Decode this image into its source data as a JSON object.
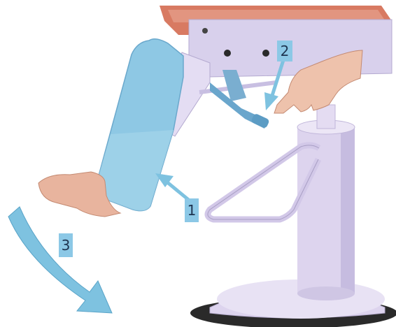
{
  "callouts": [
    {
      "id": "c1",
      "number": "1"
    },
    {
      "id": "c2",
      "number": "2"
    },
    {
      "id": "c3",
      "number": "3"
    }
  ],
  "colors": {
    "seat_top": "#d87a62",
    "chair_frame": "#d8d0ec",
    "leg_pad": "#8ec8e4",
    "metal_base": "#ddd4ee",
    "base_shadow": "#2a2a2a",
    "arrow": "#7ec2e0",
    "callout_box": "#8cc8e6",
    "hand": "#e8b49e"
  }
}
